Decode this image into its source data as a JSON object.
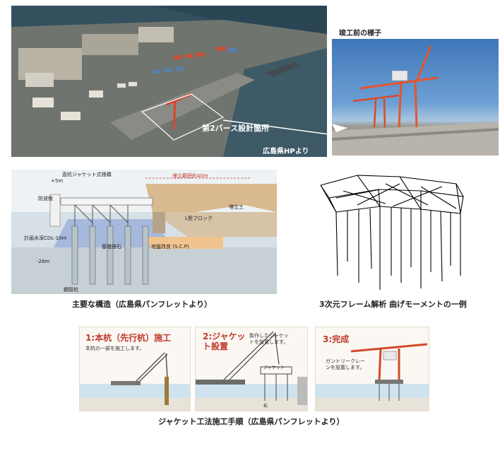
{
  "photo_top_left": {
    "label": "第2バース設計箇所",
    "credit": "広島県HPより"
  },
  "photo_top_right": {
    "title": "竣工前の様子"
  },
  "section_diagram": {
    "pier_type": "直杭ジャケット式桟橋",
    "reclaim_range": "埋立範囲約40m",
    "level_top": "+5m",
    "breakwater": "防波版",
    "fill_soil": "埋立土",
    "l_block": "L型ブロック",
    "design_depth": "計画水深CDL-10m",
    "base_rubble": "基礎捨石",
    "ground_improvement": "地盤改良 (S.C.P)",
    "level_bottom": "-26m",
    "steel_pile": "鋼管杭",
    "caption": "主要な構造（広島県パンフレットより）"
  },
  "frame_analysis": {
    "caption": "3次元フレーム解析 曲げモーメントの一例"
  },
  "steps": {
    "caption": "ジャケット工法施工手順（広島県パンフレットより）",
    "items": [
      {
        "title": "1:本杭（先行杭）施工",
        "desc": "本杭の一部を施工します。"
      },
      {
        "title": "2:ジャケット設置",
        "desc": "製作したジャケットを設置します。",
        "jacket_label": "ジャケット",
        "pile_label": "杭"
      },
      {
        "title": "3:完成",
        "desc": "ガントリークレーンを設置します。"
      }
    ]
  }
}
